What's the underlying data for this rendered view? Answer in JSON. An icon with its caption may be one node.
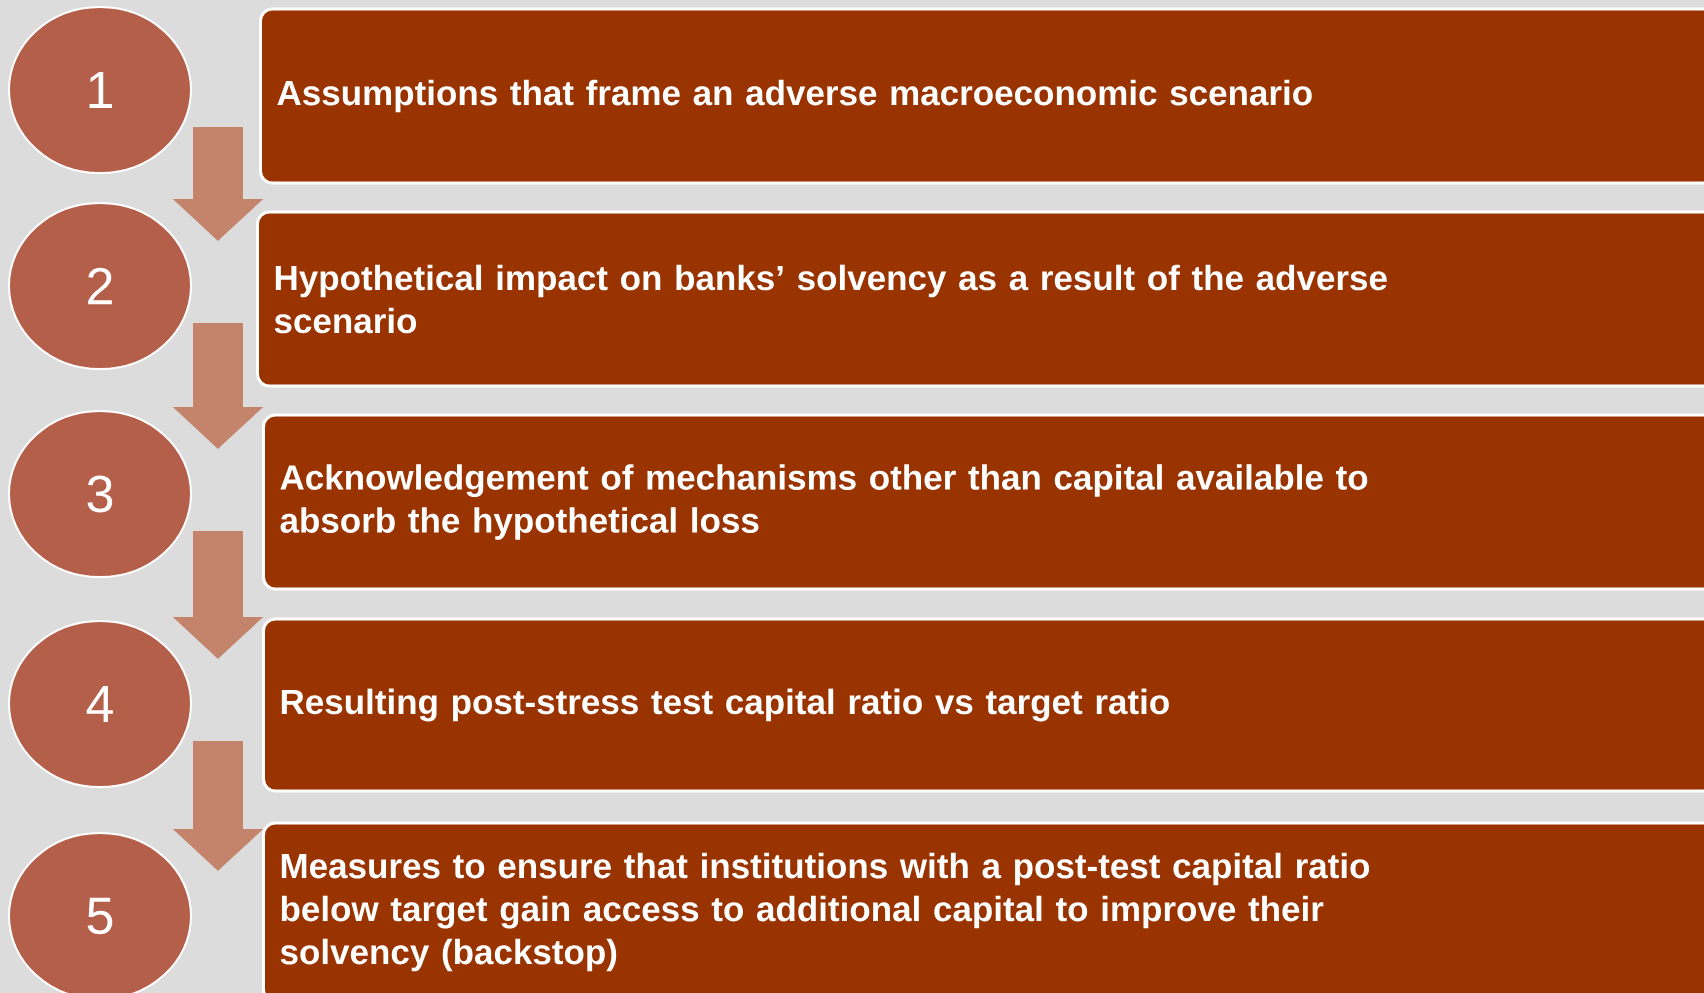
{
  "diagram": {
    "nodes": [
      {
        "text": [
          "1"
        ]
      },
      {
        "text": [
          "2"
        ]
      },
      {
        "text": [
          "3"
        ]
      },
      {
        "text": [
          "4"
        ]
      },
      {
        "text": [
          "5"
        ]
      },
      {
        "text": [
          "Assumptions that frame an adverse macroeconomic scenario"
        ]
      },
      {
        "text": [
          "Hypothetical impact on banks’ solvency as a result of the adverse scenario"
        ]
      },
      {
        "text": [
          "Acknowledgement of mechanisms other than capital available to absorb the hypothetical loss"
        ]
      },
      {
        "text": [
          "Resulting post-stress test capital ratio vs target ratio"
        ]
      },
      {
        "text": [
          "Measures to ensure that institutions with a post-test capital ratio below target gain access to additional capital to improve their solvency (backstop)"
        ]
      }
    ],
    "edges": [
      {
        "from": 0,
        "to": 1,
        "arrow": "to"
      },
      {
        "from": 1,
        "to": 2,
        "arrow": "to"
      },
      {
        "from": 2,
        "to": 3,
        "arrow": "to"
      },
      {
        "from": 3,
        "to": 4,
        "arrow": "to"
      }
    ]
  }
}
